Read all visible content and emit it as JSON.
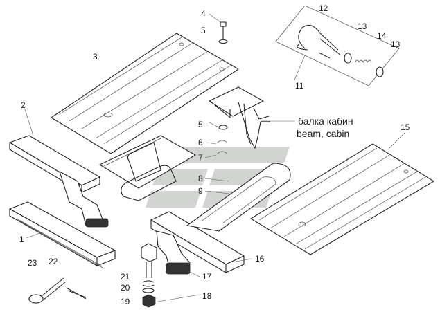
{
  "callouts": {
    "p1": "1",
    "p2": "2",
    "p3": "3",
    "p4": "4",
    "p5a": "5",
    "p5b": "5",
    "p6": "6",
    "p7": "7",
    "p8": "8",
    "p9": "9",
    "p11": "11",
    "p12": "12",
    "p13a": "13",
    "p13b": "13",
    "p14": "14",
    "p15": "15",
    "p16": "16",
    "p17": "17",
    "p18": "18",
    "p19": "19",
    "p20": "20",
    "p21": "21",
    "p22": "22",
    "p23": "23"
  },
  "caption": {
    "ru": "балка кабин",
    "en": "beam, cabin"
  },
  "colors": {
    "ink": "#222222",
    "watermark": "#c9ccc9"
  }
}
